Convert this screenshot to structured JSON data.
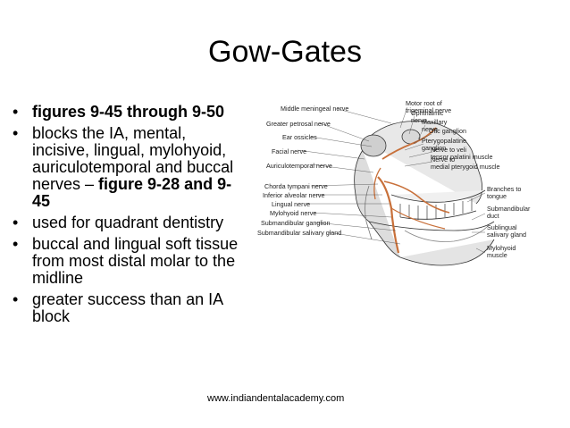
{
  "slide": {
    "title": "Gow-Gates",
    "bullets": [
      {
        "parts": [
          {
            "text": "figures 9-45 through 9-50",
            "bold": true
          }
        ]
      },
      {
        "parts": [
          {
            "text": "blocks the IA, mental, incisive, lingual, mylohyoid, auriculotemporal and buccal nerves – ",
            "bold": false
          },
          {
            "text": "figure 9-28 and 9-45",
            "bold": true
          }
        ]
      },
      {
        "parts": [
          {
            "text": "used for quadrant dentistry",
            "bold": false
          }
        ]
      },
      {
        "parts": [
          {
            "text": "buccal and lingual soft tissue from most distal molar to the midline",
            "bold": false
          }
        ]
      },
      {
        "parts": [
          {
            "text": "greater success than an IA block",
            "bold": false
          }
        ]
      }
    ],
    "footer": "www.indiandentalacademy.com"
  },
  "figure": {
    "labels_left": [
      "Middle meningeal nerve",
      "Greater petrosal nerve",
      "Ear ossicles",
      "Facial nerve",
      "Auriculotemporal nerve",
      "Chorda tympani nerve",
      "Inferior alveolar nerve",
      "Lingual nerve",
      "Mylohyoid nerve",
      "Submandibular ganglion",
      "Submandibular salivary gland"
    ],
    "labels_right": [
      "Motor root of trigeminal nerve",
      "Ophthalmic nerve",
      "Maxillary nerve",
      "Otic ganglion",
      "Pterygopalatine ganglion",
      "Nerve to tensor veli palatini muscle",
      "Nerve to medial pterygoid muscle",
      "Branches to tongue",
      "Submandibular duct",
      "Sublingual salivary gland",
      "Mylohyoid muscle"
    ]
  }
}
